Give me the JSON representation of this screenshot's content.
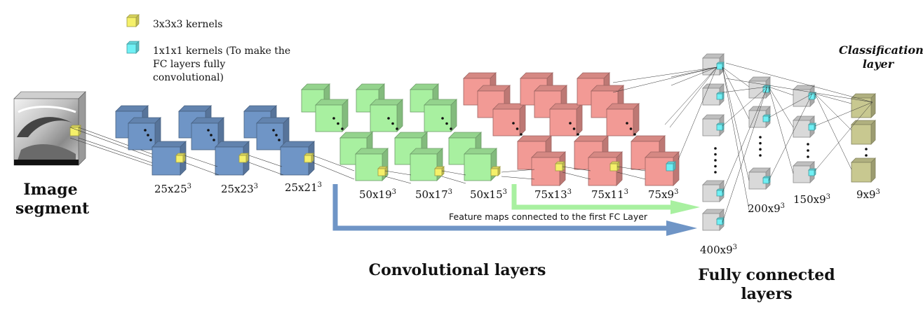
{
  "legend": {
    "kernel3": {
      "label": "3x3x3 kernels",
      "color": "#f5f06a"
    },
    "kernel1": {
      "label": "1x1x1 kernels (To make the FC layers fully convolutional)",
      "color": "#6ff0f5"
    }
  },
  "input": {
    "label": "Image segment"
  },
  "conv_layers": {
    "title": "Convolutional layers",
    "blue": {
      "color": "#6f95c6",
      "dims": [
        {
          "base": "25x25",
          "exp": "3"
        },
        {
          "base": "25x23",
          "exp": "3"
        },
        {
          "base": "25x21",
          "exp": "3"
        }
      ]
    },
    "green": {
      "color": "#a8f0a0",
      "dims": [
        {
          "base": "50x19",
          "exp": "3"
        },
        {
          "base": "50x17",
          "exp": "3"
        },
        {
          "base": "50x15",
          "exp": "3"
        }
      ]
    },
    "red": {
      "color": "#f29a95",
      "dims": [
        {
          "base": "75x13",
          "exp": "3"
        },
        {
          "base": "75x11",
          "exp": "3"
        },
        {
          "base": "75x9",
          "exp": "3"
        }
      ]
    }
  },
  "fc_layers": {
    "title": "Fully connected layers",
    "color": "#d9d9d9",
    "dims": [
      {
        "base": "400x9",
        "exp": "3"
      },
      {
        "base": "200x9",
        "exp": "3"
      },
      {
        "base": "150x9",
        "exp": "3"
      }
    ]
  },
  "classification": {
    "title": "Classification layer",
    "color": "#c8c890",
    "dim": {
      "base": "9x9",
      "exp": "3"
    }
  },
  "arrows": {
    "note": "Feature maps connected to the first FC Layer",
    "green_color": "#a8f0a0",
    "blue_color": "#6f95c6"
  }
}
